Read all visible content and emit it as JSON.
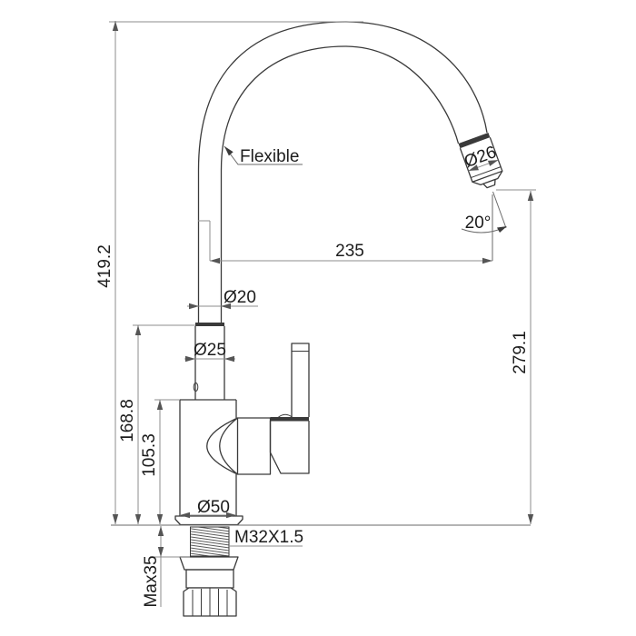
{
  "drawing": {
    "subject": "Kitchen faucet with flexible gooseneck spout - dimensioned technical drawing",
    "background": "#ffffff",
    "outline_color": "#3a3a3a",
    "dimension_color": "#8c8c8c",
    "text_color": "#1c1c1c",
    "annotations": {
      "flexible_label": "Flexible",
      "spout_end_diameter": "Ø26",
      "spray_angle": "20°",
      "horizontal_reach": "235",
      "overall_height": "419.2",
      "spout_outlet_height": "279.1",
      "flexible_tube_diameter": "Ø20",
      "riser_diameter": "Ø25",
      "height_to_riser_top": "168.8",
      "body_height": "105.3",
      "body_diameter": "Ø50",
      "mounting_thread": "M32X1.5",
      "max_counter_thickness": "Max35"
    }
  }
}
